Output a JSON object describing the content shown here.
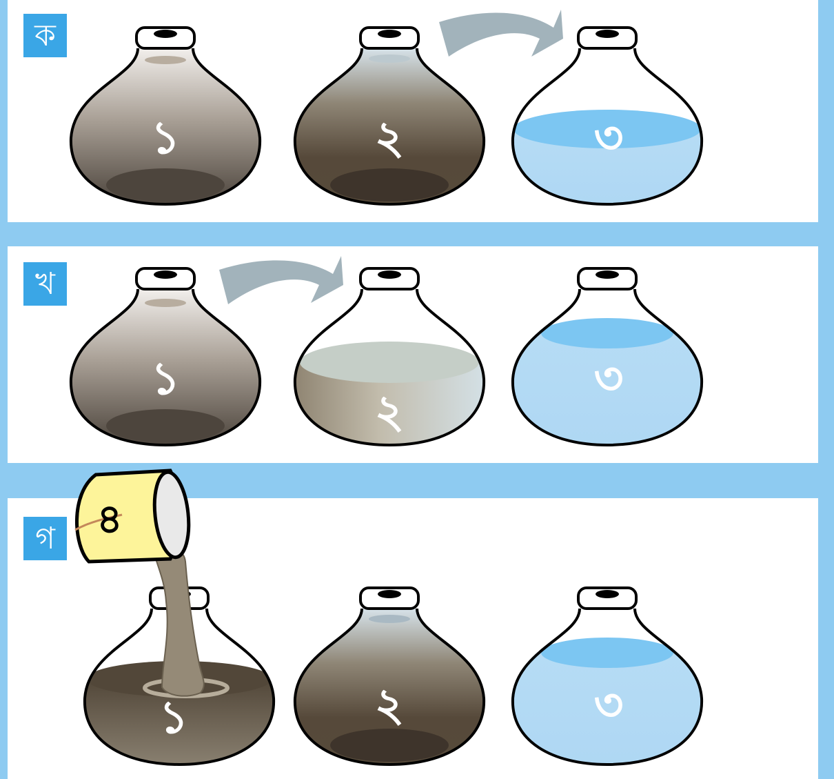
{
  "panels": [
    {
      "label": "ক",
      "jars": [
        {
          "number": "১",
          "content": "muddy-water"
        },
        {
          "number": "২",
          "content": "muddy-water-dark"
        },
        {
          "number": "৩",
          "content": "clear-water-half"
        }
      ],
      "arrow": "jar-2-to-jar-3"
    },
    {
      "label": "খ",
      "jars": [
        {
          "number": "১",
          "content": "muddy-water"
        },
        {
          "number": "২",
          "content": "settling-water"
        },
        {
          "number": "৩",
          "content": "clear-water-full"
        }
      ],
      "arrow": "jar-1-to-jar-2"
    },
    {
      "label": "গ",
      "jars": [
        {
          "number": "১",
          "content": "muddy-water-being-poured"
        },
        {
          "number": "২",
          "content": "muddy-water-dark"
        },
        {
          "number": "৩",
          "content": "clear-water-full"
        }
      ],
      "cup": {
        "number": "৪",
        "action": "pouring-into-jar-1"
      }
    }
  ],
  "colors": {
    "background_frame": "#8ecbf1",
    "badge": "#3aa6e6",
    "arrow": "#a2b3bb",
    "water": "#7cc6f2",
    "cup": "#fdf49a"
  }
}
